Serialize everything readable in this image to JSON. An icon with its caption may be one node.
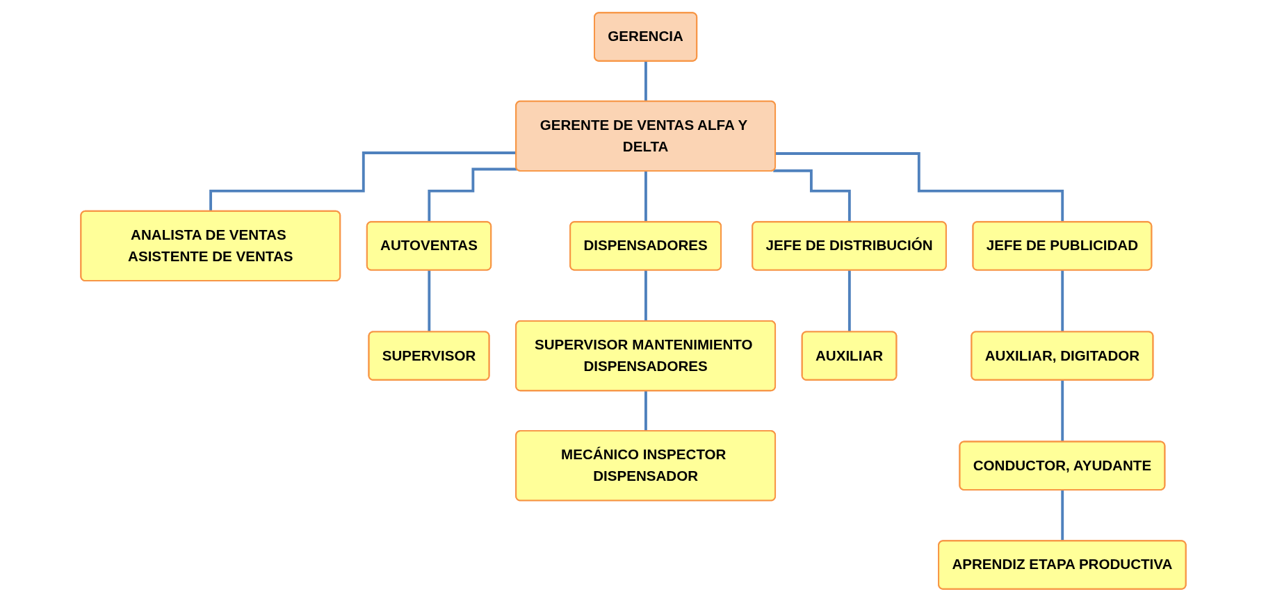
{
  "diagram": {
    "nodes": [
      {
        "text": [
          "GERENCIA"
        ]
      },
      {
        "text": [
          "GERENTE DE VENTAS ALFA Y DELTA"
        ]
      },
      {
        "text": [
          "ANALISTA DE VENTAS ASISTENTE DE VENTAS"
        ]
      },
      {
        "text": [
          "AUTOVENTAS"
        ]
      },
      {
        "text": [
          "DISPENSADORES"
        ]
      },
      {
        "text": [
          "JEFE DE DISTRIBUCIÓN"
        ]
      },
      {
        "text": [
          "JEFE DE PUBLICIDAD"
        ]
      },
      {
        "text": [
          "SUPERVISOR"
        ]
      },
      {
        "text": [
          "SUPERVISOR MANTENIMIENTO DISPENSADORES"
        ]
      },
      {
        "text": [
          "MECÁNICO INSPECTOR DISPENSADOR"
        ]
      },
      {
        "text": [
          "AUXILIAR"
        ]
      },
      {
        "text": [
          "AUXILIAR, DIGITADOR"
        ]
      },
      {
        "text": [
          "CONDUCTOR, AYUDANTE"
        ]
      },
      {
        "text": [
          "APRENDIZ ETAPA PRODUCTIVA"
        ]
      }
    ],
    "edges": [
      {
        "from": 0,
        "to": 1,
        "arrow": "none"
      },
      {
        "from": 1,
        "to": 2,
        "arrow": "none"
      },
      {
        "from": 1,
        "to": 3,
        "arrow": "none"
      },
      {
        "from": 1,
        "to": 4,
        "arrow": "none"
      },
      {
        "from": 1,
        "to": 5,
        "arrow": "none"
      },
      {
        "from": 1,
        "to": 6,
        "arrow": "none"
      },
      {
        "from": 3,
        "to": 7,
        "arrow": "none"
      },
      {
        "from": 4,
        "to": 8,
        "arrow": "none"
      },
      {
        "from": 8,
        "to": 9,
        "arrow": "none"
      },
      {
        "from": 5,
        "to": 10,
        "arrow": "none"
      },
      {
        "from": 6,
        "to": 11,
        "arrow": "none"
      },
      {
        "from": 11,
        "to": 12,
        "arrow": "none"
      },
      {
        "from": 12,
        "to": 13,
        "arrow": "none"
      }
    ]
  }
}
